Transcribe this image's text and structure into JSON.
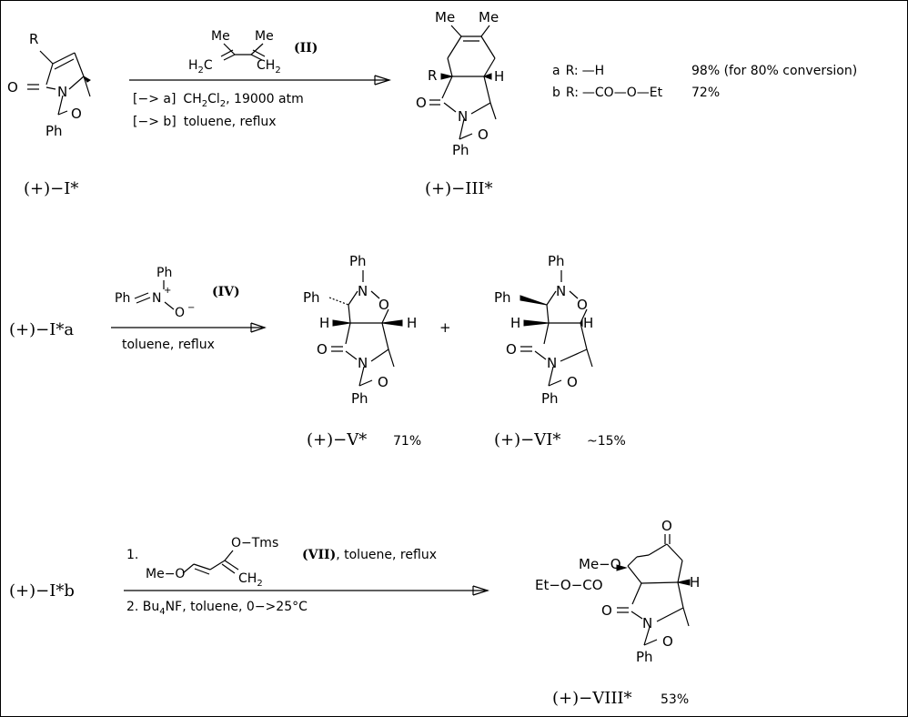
{
  "reaction1": {
    "reactant": {
      "substituent": "R",
      "carbonyl_o": "O",
      "ring_n": "N",
      "ring_o": "O",
      "phenyl": "Ph",
      "label": "(+)−I*"
    },
    "reagent": {
      "me_left": "Me",
      "me_right": "Me",
      "ch2_left": "H",
      "ch2_left_sub": "2",
      "ch2_left_c": "C",
      "ch2_right": "CH",
      "ch2_right_sub": "2",
      "label": "(II)"
    },
    "conditions": {
      "a_tag": "[−> a]",
      "a_solvent": "CH",
      "a_solvent_sub1": "2",
      "a_solvent_cl": "Cl",
      "a_solvent_sub2": "2",
      "a_rest": ",  19000 atm",
      "b_tag": "[−> b]",
      "b_text": "toluene,  reflux"
    },
    "product": {
      "me_left": "Me",
      "me_right": "Me",
      "substituent": "R",
      "hydrogen": "H",
      "carbonyl_o": "O",
      "ring_n": "N",
      "ring_o": "O",
      "phenyl": "Ph",
      "label": "(+)−III*"
    },
    "variants": [
      {
        "key": "a",
        "r_label": "R:",
        "group": "—H",
        "yield": "98% (for 80% conversion)"
      },
      {
        "key": "b",
        "r_label": "R:",
        "group": "—CO—O—Et",
        "yield": "72%"
      }
    ]
  },
  "reaction2": {
    "reactant_label": "(+)−I*a",
    "reagent": {
      "phenyl_top": "Ph",
      "phenyl_left": "Ph",
      "nitrogen": "N",
      "charge_plus": "+",
      "oxygen": "O",
      "charge_minus": "−",
      "label": "(IV)"
    },
    "conditions": "toluene,  reflux",
    "plus": "+",
    "product_v": {
      "phenyl_n": "Ph",
      "phenyl_c": "Ph",
      "ring_n_top": "N",
      "ring_o_top": "O",
      "h_left": "H",
      "h_right": "H",
      "carbonyl_o": "O",
      "ring_n": "N",
      "ring_o": "O",
      "phenyl": "Ph",
      "label": "(+)−V*",
      "yield": "71%"
    },
    "product_vi": {
      "phenyl_n": "Ph",
      "phenyl_c": "Ph",
      "ring_n_top": "N",
      "ring_o_top": "O",
      "h_left": "H",
      "h_right": "H",
      "carbonyl_o": "O",
      "ring_n": "N",
      "ring_o": "O",
      "phenyl": "Ph",
      "label": "(+)−VI*",
      "yield": "~15%"
    }
  },
  "reaction3": {
    "reactant_label": "(+)−I*b",
    "step1_number": "1.",
    "diene": {
      "otms": "O−Tms",
      "meo": "Me−O",
      "ch2": "CH",
      "ch2_sub": "2",
      "label": "(VII)",
      "rest": ", toluene, reflux"
    },
    "step2": {
      "prefix": "2. Bu",
      "sub": "4",
      "rest": "NF,  toluene,  0−>25°C"
    },
    "product": {
      "ketone_o": "O",
      "meo": "Me−O",
      "ester": "Et−O−CO",
      "hydrogen": "H",
      "carbonyl_o": "O",
      "ring_n": "N",
      "ring_o": "O",
      "phenyl": "Ph",
      "label": "(+)−VIII*",
      "yield": "53%"
    }
  }
}
